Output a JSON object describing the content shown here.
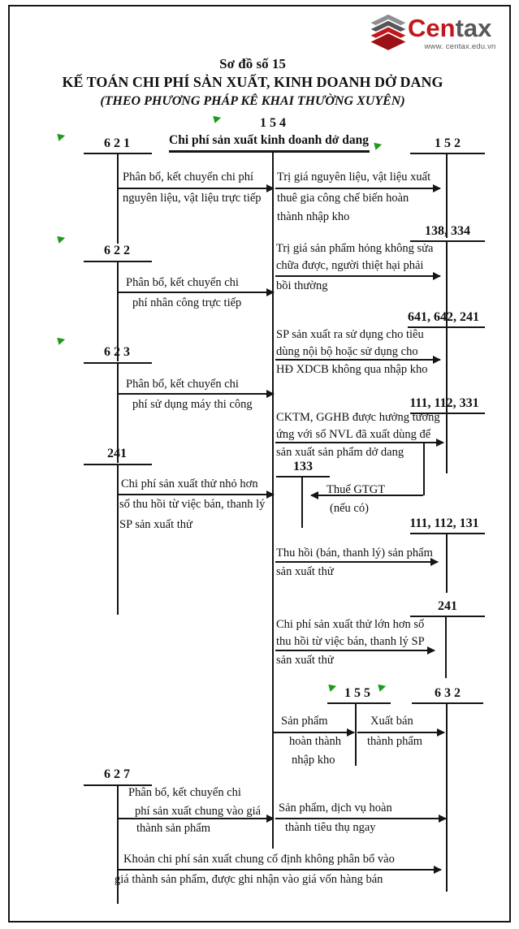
{
  "logo": {
    "brand_primary": "Cen",
    "brand_secondary": "tax",
    "website": "www. centax.edu.vn"
  },
  "header": {
    "scheme_no": "Sơ đồ số 15",
    "title": "KẾ TOÁN CHI PHÍ SẢN XUẤT, KINH DOANH DỞ DANG",
    "subtitle": "(THEO PHƯƠNG PHÁP KÊ KHAI THƯỜNG XUYÊN)"
  },
  "accounts": {
    "a154": {
      "number": "1 5 4",
      "name": "Chi phí sản xuất kinh doanh dở dang"
    },
    "a621": {
      "number": "6 2 1"
    },
    "a622": {
      "number": "6 2 2"
    },
    "a623": {
      "number": "6 2 3"
    },
    "a241_left": {
      "number": "241"
    },
    "a627": {
      "number": "6 2 7"
    },
    "a152": {
      "number": "1 5 2"
    },
    "a138_334": {
      "number": "138, 334"
    },
    "a641_642_241": {
      "number": "641, 642, 241"
    },
    "a111_112_331": {
      "number": "111, 112, 331"
    },
    "a133": {
      "number": "133"
    },
    "a111_112_131": {
      "number": "111, 112, 131"
    },
    "a241_right": {
      "number": "241"
    },
    "a155": {
      "number": "1 5 5"
    },
    "a632": {
      "number": "6 3 2"
    }
  },
  "flows": {
    "f621_154": {
      "lines": [
        "Phân bổ, kết chuyển chi phí",
        "nguyên liệu, vật liệu trực tiếp"
      ]
    },
    "f622_154": {
      "lines": [
        "Phân bổ, kết chuyển chi",
        "phí nhân công trực tiếp"
      ]
    },
    "f623_154": {
      "lines": [
        "Phân bổ, kết chuyển chi",
        "phí sử dụng máy thi công"
      ]
    },
    "f241_154": {
      "lines": [
        "Chi phí sản xuất thử nhỏ hơn",
        "số thu hồi từ việc bán, thanh lý",
        "SP sản xuất thử"
      ]
    },
    "f627_154": {
      "lines": [
        "Phân bổ, kết chuyển chi",
        "phí sản xuất chung vào giá",
        "thành sản phẩm"
      ]
    },
    "f154_152": {
      "lines": [
        "Trị giá nguyên liệu, vật liệu xuất",
        "thuê gia công chế biến hoàn",
        "thành nhập kho"
      ]
    },
    "f154_138": {
      "lines": [
        "Trị giá sản phẩm hỏng không sửa",
        "chữa được, người thiệt hại phải",
        "bồi thường"
      ]
    },
    "f154_641": {
      "lines": [
        "SP sản xuất ra sử dụng cho tiêu",
        "dùng nội bộ hoặc sử dụng cho",
        "HĐ XDCB không qua nhập kho"
      ]
    },
    "f154_111_331": {
      "lines": [
        "CKTM, GGHB được hưởng tương",
        "ứng với số NVL đã xuất dùng để",
        "sản xuất sản phẩm dở dang"
      ]
    },
    "f133": {
      "lines": [
        "Thuế GTGT",
        "(nếu có)"
      ]
    },
    "f154_111_131": {
      "lines": [
        "Thu hồi (bán, thanh lý) sản phẩm",
        "sản xuất thử"
      ]
    },
    "f154_241": {
      "lines": [
        "Chi phí sản xuất thử lớn hơn số",
        "thu hồi từ việc bán, thanh lý SP",
        "sản xuất thử"
      ]
    },
    "f154_155": {
      "lines": [
        "Sản phẩm",
        "hoàn thành",
        "nhập kho"
      ]
    },
    "f155_632": {
      "lines": [
        "Xuất bán",
        "thành phẩm"
      ]
    },
    "f154_632": {
      "lines": [
        "Sản phẩm, dịch vụ hoàn",
        "thành  tiêu thụ ngay"
      ]
    },
    "f627_632": {
      "lines": [
        "Khoản chi phí sản xuất chung cố định không phân bổ vào",
        "giá thành sản phẩm, được ghi nhận vào giá vốn hàng bán"
      ]
    }
  },
  "colors": {
    "brand_red": "#c4161c",
    "brand_gray": "#58585a",
    "marker_green": "#1d9b1d",
    "diagram_line": "#151515"
  }
}
